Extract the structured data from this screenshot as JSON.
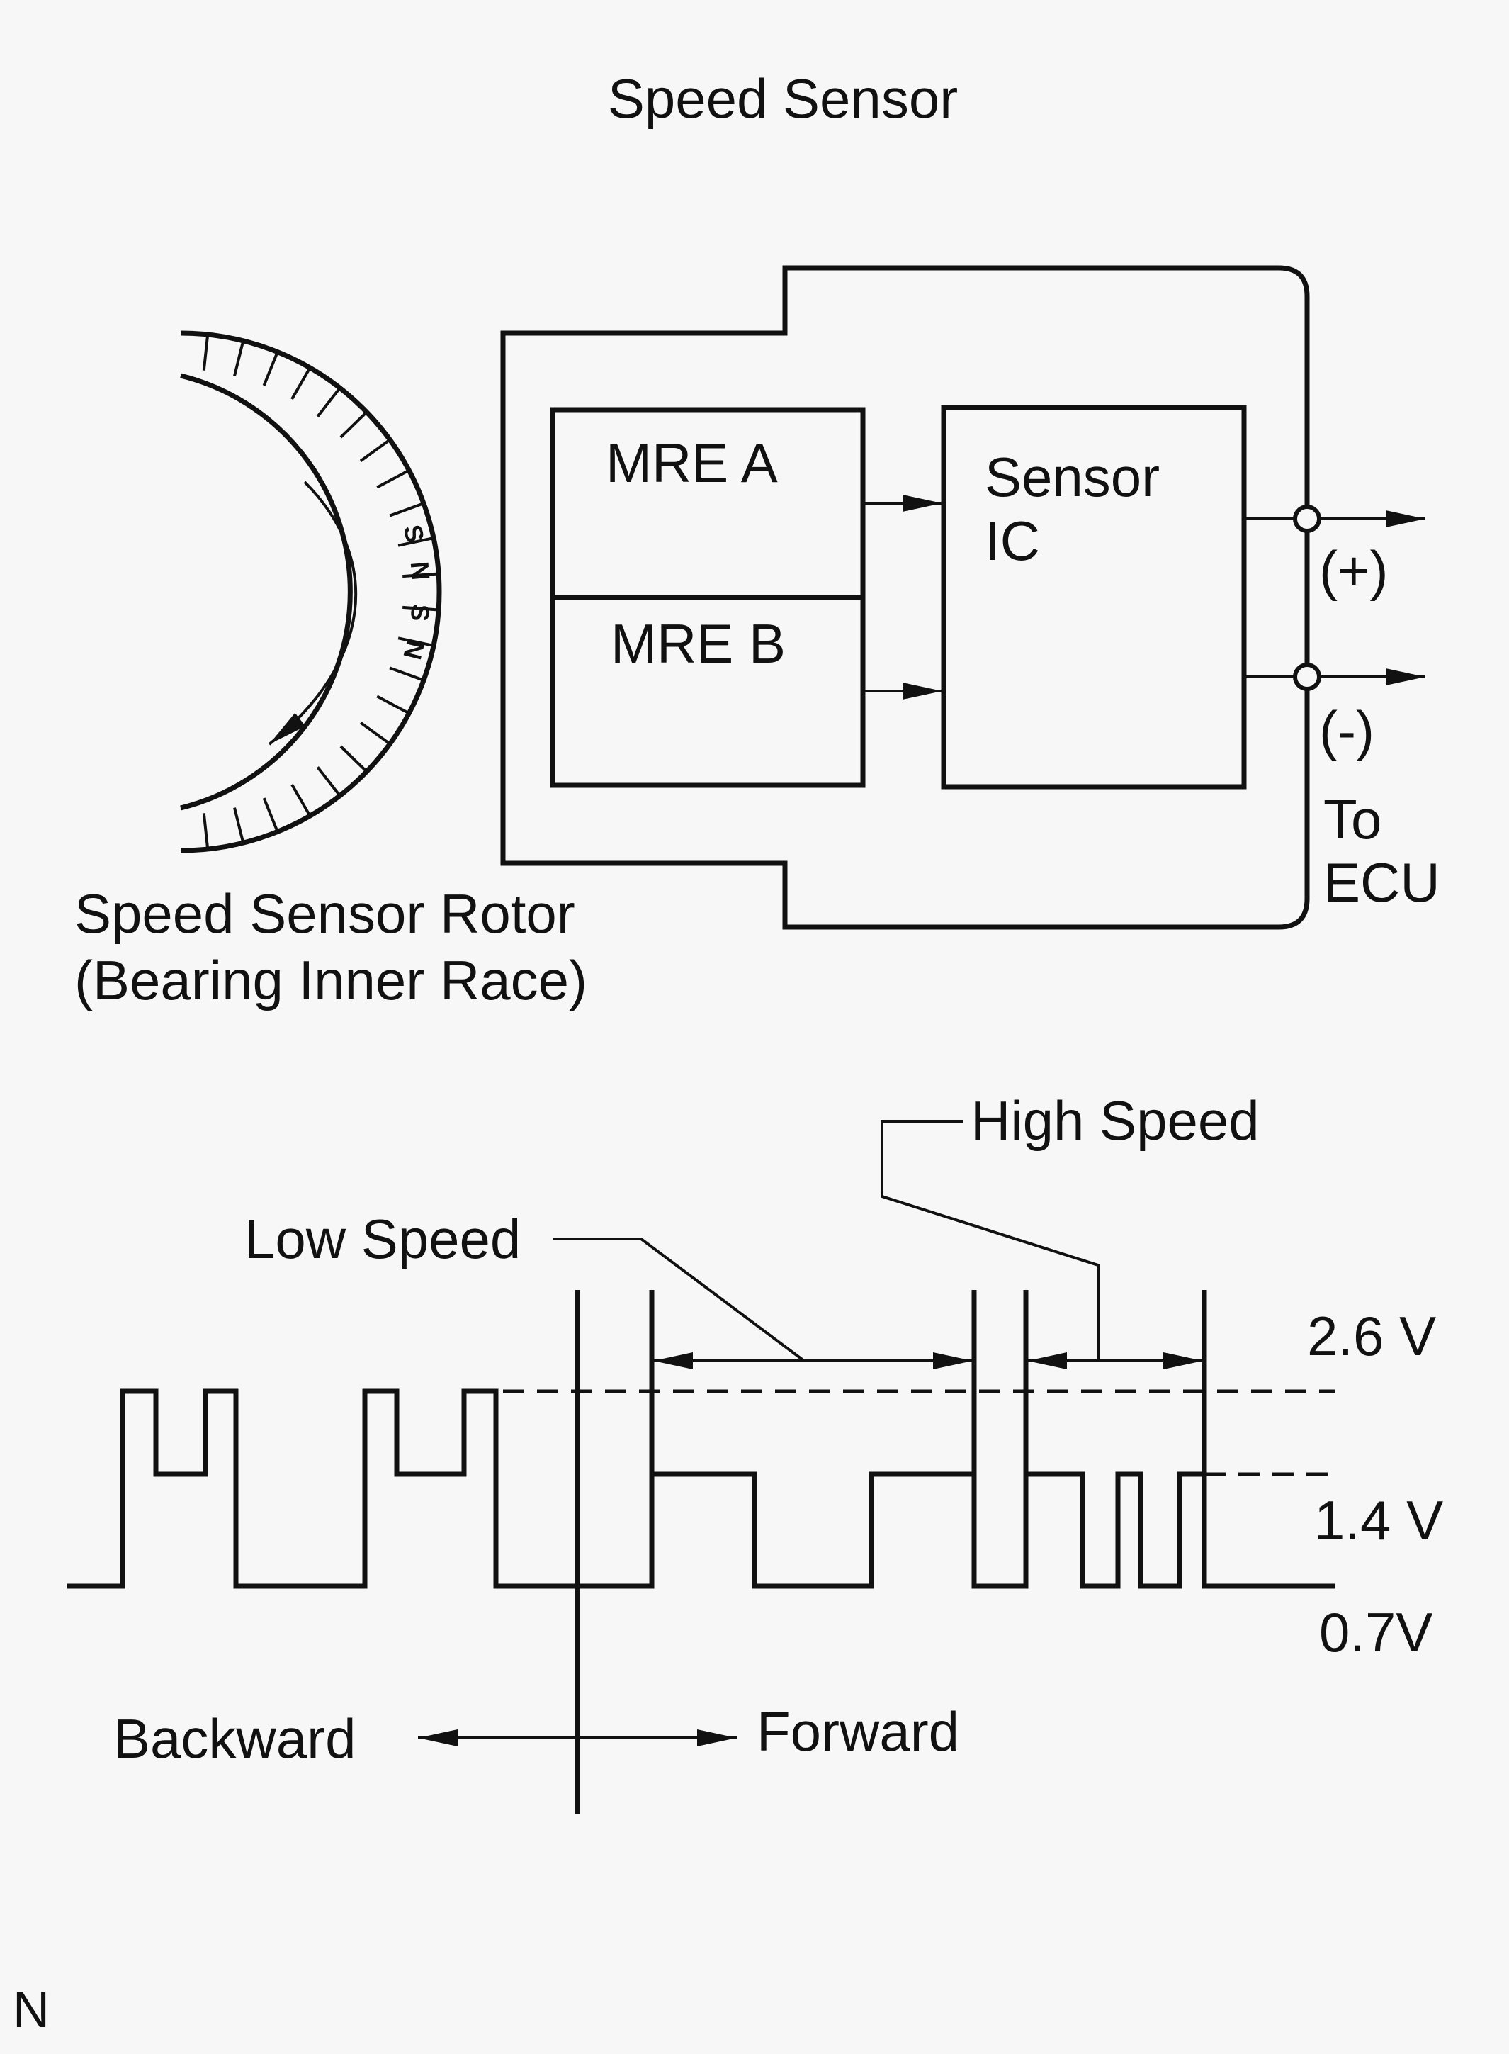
{
  "title": "Speed Sensor",
  "blocks": {
    "mre_a": "MRE A",
    "mre_b": "MRE B",
    "sensor_ic_line1": "Sensor",
    "sensor_ic_line2": "IC"
  },
  "terminals": {
    "plus": "(+)",
    "minus": "(-)",
    "to_ecu_line1": "To",
    "to_ecu_line2": "ECU"
  },
  "rotor": {
    "label_line1": "Speed Sensor Rotor",
    "label_line2": "(Bearing Inner Race)",
    "poles": [
      "S",
      "N",
      "S",
      "N"
    ]
  },
  "waveform": {
    "low_speed": "Low Speed",
    "high_speed": "High Speed",
    "levels": [
      "2.6 V",
      "1.4 V",
      "0.7V"
    ],
    "backward": "Backward",
    "forward": "Forward"
  },
  "corner_mark": "N"
}
